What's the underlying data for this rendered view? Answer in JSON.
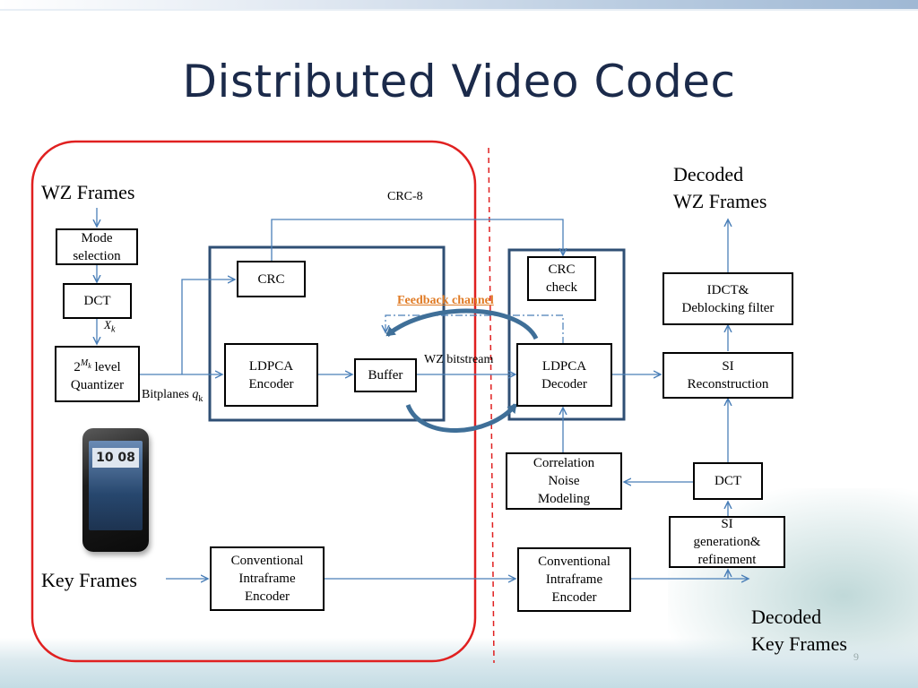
{
  "title": "Distributed Video Codec",
  "labels": {
    "wz_frames": "WZ Frames",
    "key_frames": "Key Frames",
    "decoded_wz": "Decoded\nWZ Frames",
    "decoded_key": "Decoded\nKey Frames",
    "crc8": "CRC-8",
    "xk": "X",
    "xk_sub": "k",
    "bitplanes": "Bitplanes",
    "qk": "q",
    "qk_sub": "k",
    "wz_bitstream": "WZ bitstream",
    "feedback": "Feedback channel",
    "page_number": "9"
  },
  "blocks": {
    "mode_selection": "Mode\nselection",
    "dct_enc": "DCT",
    "quantizer_pre": "2",
    "quantizer_sup": "M",
    "quantizer_sup_sub": "k",
    "quantizer_post": " level",
    "quantizer_line2": "Quantizer",
    "crc": "CRC",
    "ldpca_encoder": "LDPCA\nEncoder",
    "buffer": "Buffer",
    "conv_encoder_left": "Conventional\nIntraframe\nEncoder",
    "crc_check": "CRC\ncheck",
    "ldpca_decoder": "LDPCA\nDecoder",
    "correlation": "Correlation\nNoise\nModeling",
    "conv_encoder_right": "Conventional\nIntraframe\nEncoder",
    "idct": "IDCT&\nDeblocking filter",
    "si_reconstruction": "SI\nReconstruction",
    "dct_dec": "DCT",
    "si_generation": "SI\ngeneration&\nrefinement"
  },
  "phone": {
    "clock": "10 08"
  },
  "colors": {
    "arrow": "#4a7fb8",
    "encoder_frame": "#2f4f74",
    "encoder_outline": "#e02020",
    "divider": "#e02020",
    "feedback_text": "#e07b25",
    "feedback_arrow": "#3f6f98",
    "title": "#1b2a4a"
  }
}
